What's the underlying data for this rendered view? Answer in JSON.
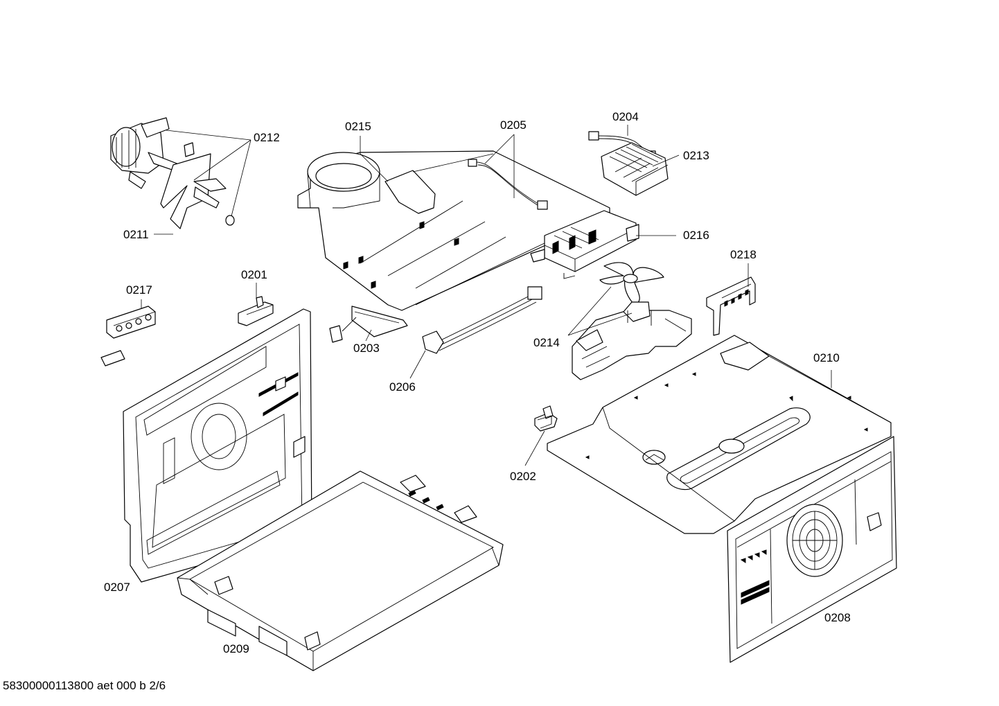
{
  "labels": {
    "p0201": "0201",
    "p0202": "0202",
    "p0203": "0203",
    "p0204": "0204",
    "p0205": "0205",
    "p0206": "0206",
    "p0207": "0207",
    "p0208": "0208",
    "p0209": "0209",
    "p0210": "0210",
    "p0211": "0211",
    "p0212": "0212",
    "p0213": "0213",
    "p0214": "0214",
    "p0215": "0215",
    "p0216": "0216",
    "p0217": "0217",
    "p0218": "0218"
  },
  "footer": "58300000113800 aet 000 b 2/6"
}
